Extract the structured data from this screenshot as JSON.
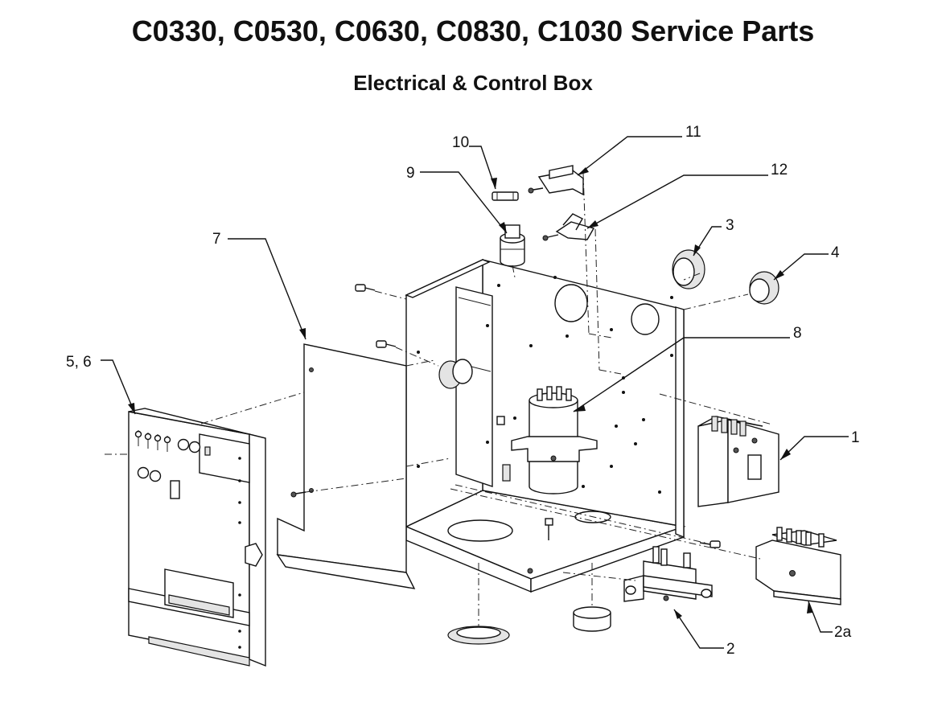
{
  "title": "C0330, C0530, C0630, C0830, C1030 Service Parts",
  "subtitle": "Electrical & Control Box",
  "callouts": {
    "c1": "1",
    "c2": "2",
    "c2a": "2a",
    "c3": "3",
    "c4": "4",
    "c56": "5, 6",
    "c7": "7",
    "c8": "8",
    "c9": "9",
    "c10": "10",
    "c11": "11",
    "c12": "12"
  }
}
